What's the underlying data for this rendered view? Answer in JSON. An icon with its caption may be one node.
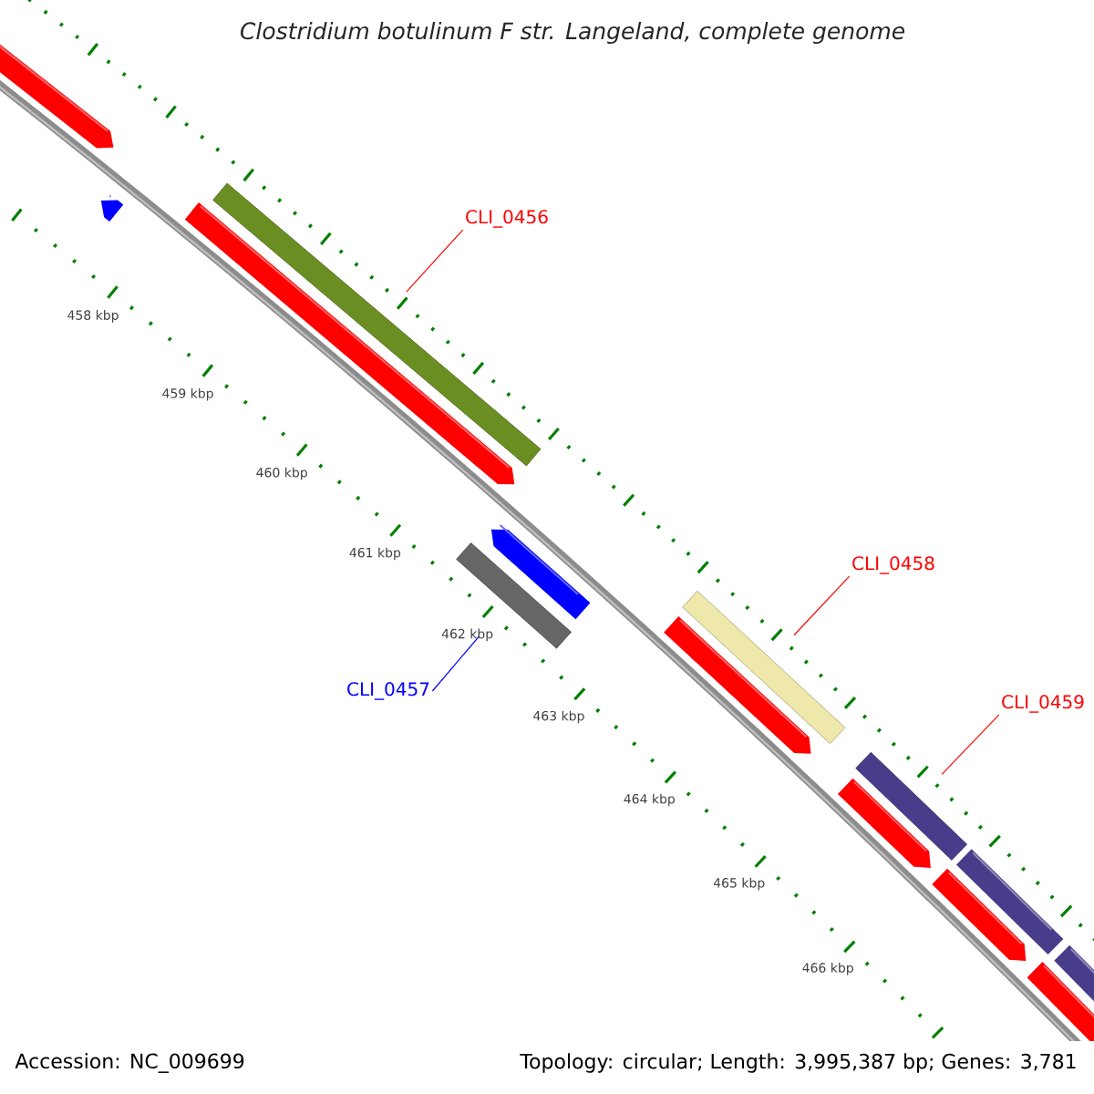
{
  "diagram": {
    "title": "Clostridium botulinum F str. Langeland, complete genome",
    "nodes": [
      {
        "text": [
          "CLI_0456"
        ]
      },
      {
        "text": [],
        "shape": "bar"
      },
      {
        "text": [],
        "shape": "bar"
      },
      {
        "text": [
          "CLI_0458"
        ]
      },
      {
        "text": [],
        "shape": "bar"
      },
      {
        "text": [
          "CLI_0457"
        ]
      },
      {
        "text": [
          "CLI_0459"
        ]
      },
      {
        "text": [],
        "shape": "bar"
      }
    ],
    "edges": [
      {
        "from": 0,
        "to": 1,
        "arrow": "none"
      },
      {
        "from": 3,
        "to": 4,
        "arrow": "none"
      },
      {
        "from": 5,
        "to": 2,
        "arrow": "none",
        "color": "#0000ff"
      },
      {
        "from": 6,
        "to": 7,
        "arrow": "none"
      }
    ],
    "labels": [
      "458 kbp",
      "459 kbp",
      "460 kbp",
      "461 kbp",
      "462 kbp",
      "463 kbp",
      "464 kbp",
      "465 kbp",
      "466 kbp",
      "Accession: NC_009699",
      "Topology: circular; Length: 3,995,387 bp; Genes: 3,781"
    ]
  }
}
